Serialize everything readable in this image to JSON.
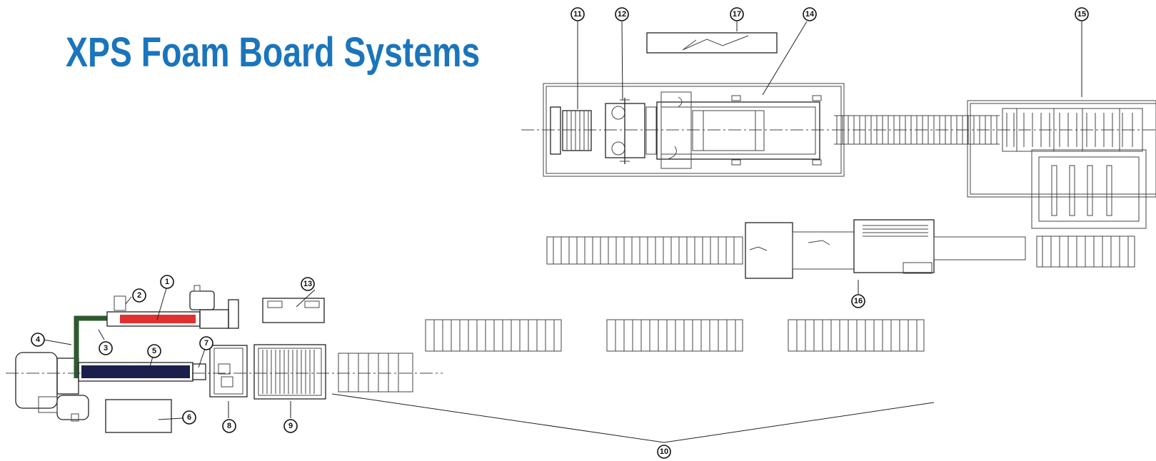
{
  "title": "XPS Foam Board Systems",
  "colors": {
    "title": "#1a75bc",
    "extruder_1_barrel": "#e03030",
    "extruder_2_barrel": "#1c1f4d",
    "feed_pipe": "#2f5a2f",
    "line_ink": "#444444"
  },
  "callouts": [
    {
      "id": "c1",
      "label": "1"
    },
    {
      "id": "c2",
      "label": "2"
    },
    {
      "id": "c3",
      "label": "3"
    },
    {
      "id": "c4",
      "label": "4"
    },
    {
      "id": "c5",
      "label": "5"
    },
    {
      "id": "c6",
      "label": "6"
    },
    {
      "id": "c7",
      "label": "7"
    },
    {
      "id": "c8",
      "label": "8"
    },
    {
      "id": "c9",
      "label": "9"
    },
    {
      "id": "c10",
      "label": "10"
    },
    {
      "id": "c11",
      "label": "11"
    },
    {
      "id": "c12",
      "label": "12"
    },
    {
      "id": "c13",
      "label": "13"
    },
    {
      "id": "c14",
      "label": "14"
    },
    {
      "id": "c15",
      "label": "15"
    },
    {
      "id": "c16",
      "label": "16"
    },
    {
      "id": "c17",
      "label": "17"
    }
  ]
}
